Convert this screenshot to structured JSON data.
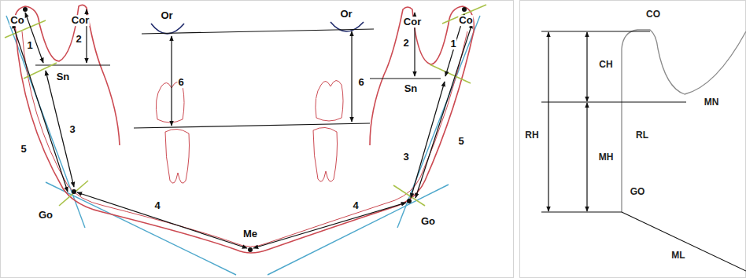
{
  "diagram": {
    "labels": [
      "Co",
      "Cor",
      "Or",
      "Or",
      "Cor",
      "Co",
      "CO",
      "2",
      "2",
      "1",
      "1",
      "6",
      "6",
      "Sn",
      "Sn",
      "CH",
      "MN",
      "RH",
      "RL",
      "MH",
      "3",
      "3",
      "5",
      "5",
      "GO",
      "Go",
      "Go",
      "4",
      "4",
      "Me",
      "ML"
    ]
  }
}
